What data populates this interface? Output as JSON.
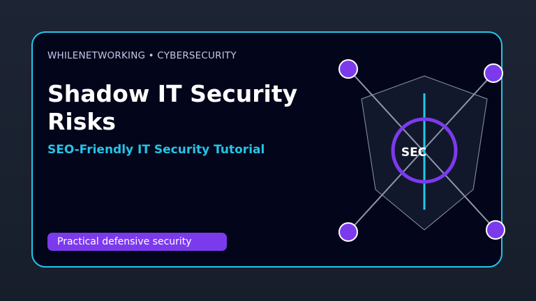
{
  "header": {
    "eyebrow": "WHILENETWORKING • CYBERSECURITY"
  },
  "main": {
    "title": "Shadow IT Security Risks",
    "subtitle": "SEO-Friendly IT Security Tutorial",
    "tag": "Practical defensive security"
  },
  "illustration": {
    "badge_text": "SEC",
    "icon": "shield-network-icon"
  },
  "colors": {
    "accent_cyan": "#22c8e8",
    "accent_purple": "#7c3aed",
    "card_background": "#03061a",
    "page_background": "#1b2231"
  }
}
